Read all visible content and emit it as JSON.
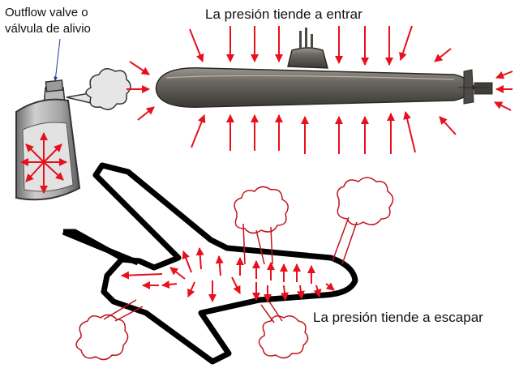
{
  "labels": {
    "valve_line1": "Outflow valve o",
    "valve_line2": "válvula de alivio",
    "submarine": "La presión tiende a entrar",
    "airplane": "La presión tiende a escapar"
  },
  "colors": {
    "arrow": "#e8101c",
    "plane_outline": "#000000",
    "hull": "#5e5b55",
    "can": "#8a8a8a",
    "cloud_stroke": "#c0141c",
    "pointer": "#1f3a8a"
  },
  "icons": [
    "spray-can-icon",
    "submarine-icon",
    "airplane-icon",
    "cloud-icon",
    "arrow-icon"
  ]
}
